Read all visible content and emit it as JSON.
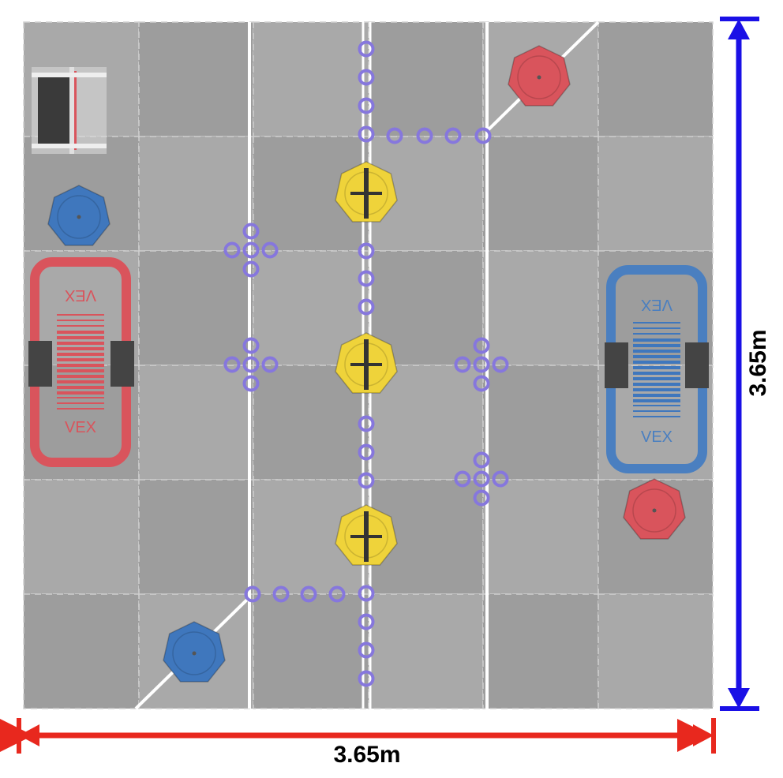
{
  "dimensions": {
    "width_label": "3.65m",
    "height_label": "3.65m",
    "width_arrow_color": "#e8281e",
    "height_arrow_color": "#1a10e6"
  },
  "field": {
    "tile_colors": [
      "#a9a9a9",
      "#9d9d9d"
    ],
    "line_color": "#ffffff",
    "ring_color": "#8677dd",
    "alliance_colors": {
      "red": "#d9545c",
      "blue": "#3f77bd",
      "neutral": "#efd33a"
    },
    "platform_text": "VEX"
  }
}
